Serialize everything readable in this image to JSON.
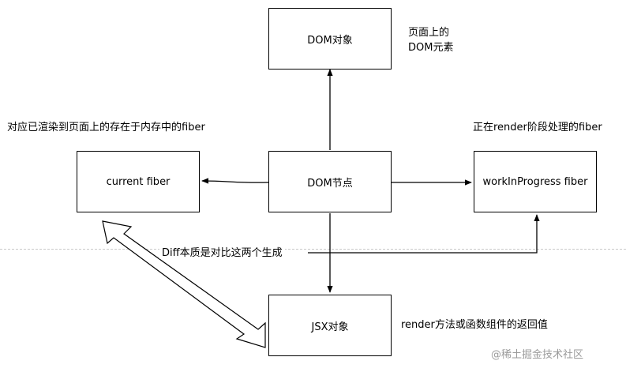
{
  "nodes": {
    "dom_object": "DOM对象",
    "current_fiber": "current fiber",
    "dom_node": "DOM节点",
    "wip_fiber": "workInProgress fiber",
    "jsx_object": "JSX对象"
  },
  "annotations": {
    "dom_object_desc": [
      "页面上的",
      "DOM元素"
    ],
    "current_fiber_desc": "对应已渲染到页面上的存在于内存中的fiber",
    "wip_fiber_desc": "正在render阶段处理的fiber",
    "jsx_desc": "render方法或函数组件的返回值",
    "diff_desc": "Diff本质是对比这两个生成"
  },
  "watermark": "@稀土掘金技术社区",
  "colors": {
    "stroke": "#000000",
    "separator": "#c8c8c8",
    "watermark": "#9a9a9a"
  }
}
